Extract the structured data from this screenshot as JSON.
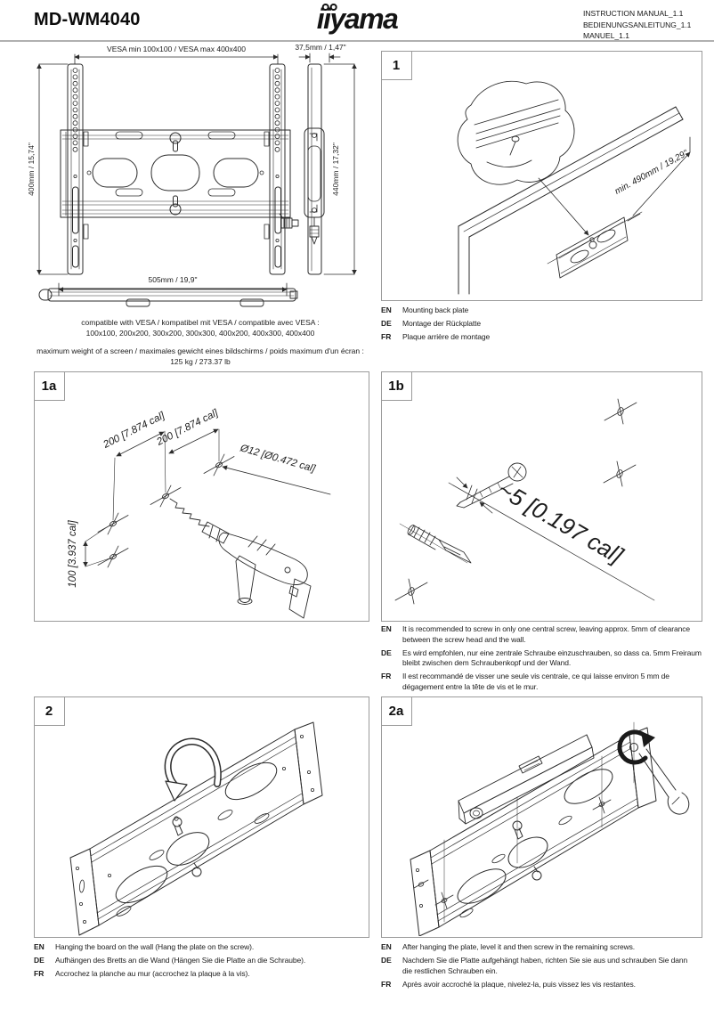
{
  "header": {
    "model": "MD-WM4040",
    "logo": "iiyama",
    "manual_refs": [
      "INSTRUCTION MANUAL_1.1",
      "BEDIENUNGSANLEITUNG_1.1",
      "MANUEL_1.1"
    ]
  },
  "overview": {
    "vesa_dim": "VESA min 100x100 / VESA max 400x400",
    "depth_dim": "37,5mm / 1,47\"",
    "front_height_dim": "400mm / 15,74\"",
    "side_height_dim": "440mm / 17,32\"",
    "width_dim": "505mm / 19,9\"",
    "compatibility_line1": "compatible with VESA / kompatibel mit VESA / compatible avec VESA :",
    "compatibility_line2": "100x100, 200x200, 300x200, 300x300, 400x200, 400x300, 400x400",
    "max_weight_line1": "maximum weight of a screen / maximales gewicht eines bildschirms / poids maximum d'un écran :",
    "max_weight_line2": "125 kg / 273.37 lb"
  },
  "steps": {
    "step1": {
      "label": "1",
      "wall_dim": "min. 490mm / 19,29\"",
      "captions": [
        {
          "lang": "EN",
          "text": "Mounting back plate"
        },
        {
          "lang": "DE",
          "text": "Montage der Rückplatte"
        },
        {
          "lang": "FR",
          "text": "Plaque arrière de montage"
        }
      ]
    },
    "step1a": {
      "label": "1a",
      "dim_horizontal_1": "200 [7.874 cal]",
      "dim_horizontal_2": "200 [7.874 cal]",
      "dim_diameter": "Ø12 [Ø0.472 cal]",
      "dim_vertical": "100 [3.937 cal]"
    },
    "step1b": {
      "label": "1b",
      "dim_clearance": "~5 [0.197 cal]",
      "captions": [
        {
          "lang": "EN",
          "text": "It is recommended to screw in only one central screw, leaving approx. 5mm of clearance between the screw head and the wall."
        },
        {
          "lang": "DE",
          "text": "Es wird empfohlen, nur eine zentrale Schraube einzuschrauben, so dass ca. 5mm Freiraum bleibt zwischen dem Schraubenkopf und der Wand."
        },
        {
          "lang": "FR",
          "text": "Il est recommandé de visser une seule vis centrale, ce qui laisse environ 5 mm de dégagement entre la tête de vis et le mur."
        }
      ]
    },
    "step2": {
      "label": "2",
      "captions": [
        {
          "lang": "EN",
          "text": "Hanging the board on the wall (Hang the plate on the screw)."
        },
        {
          "lang": "DE",
          "text": "Aufhängen des Bretts an die Wand (Hängen Sie die Platte an die Schraube)."
        },
        {
          "lang": "FR",
          "text": "Accrochez la planche au mur (accrochez la plaque à la vis)."
        }
      ]
    },
    "step2a": {
      "label": "2a",
      "captions": [
        {
          "lang": "EN",
          "text": "After hanging the plate, level it and then screw in the remaining screws."
        },
        {
          "lang": "DE",
          "text": "Nachdem Sie die Platte aufgehängt haben, richten Sie sie aus und schrauben Sie dann die restlichen Schrauben ein."
        },
        {
          "lang": "FR",
          "text": "Après avoir accroché la plaque, nivelez-la, puis vissez les vis restantes."
        }
      ]
    }
  }
}
